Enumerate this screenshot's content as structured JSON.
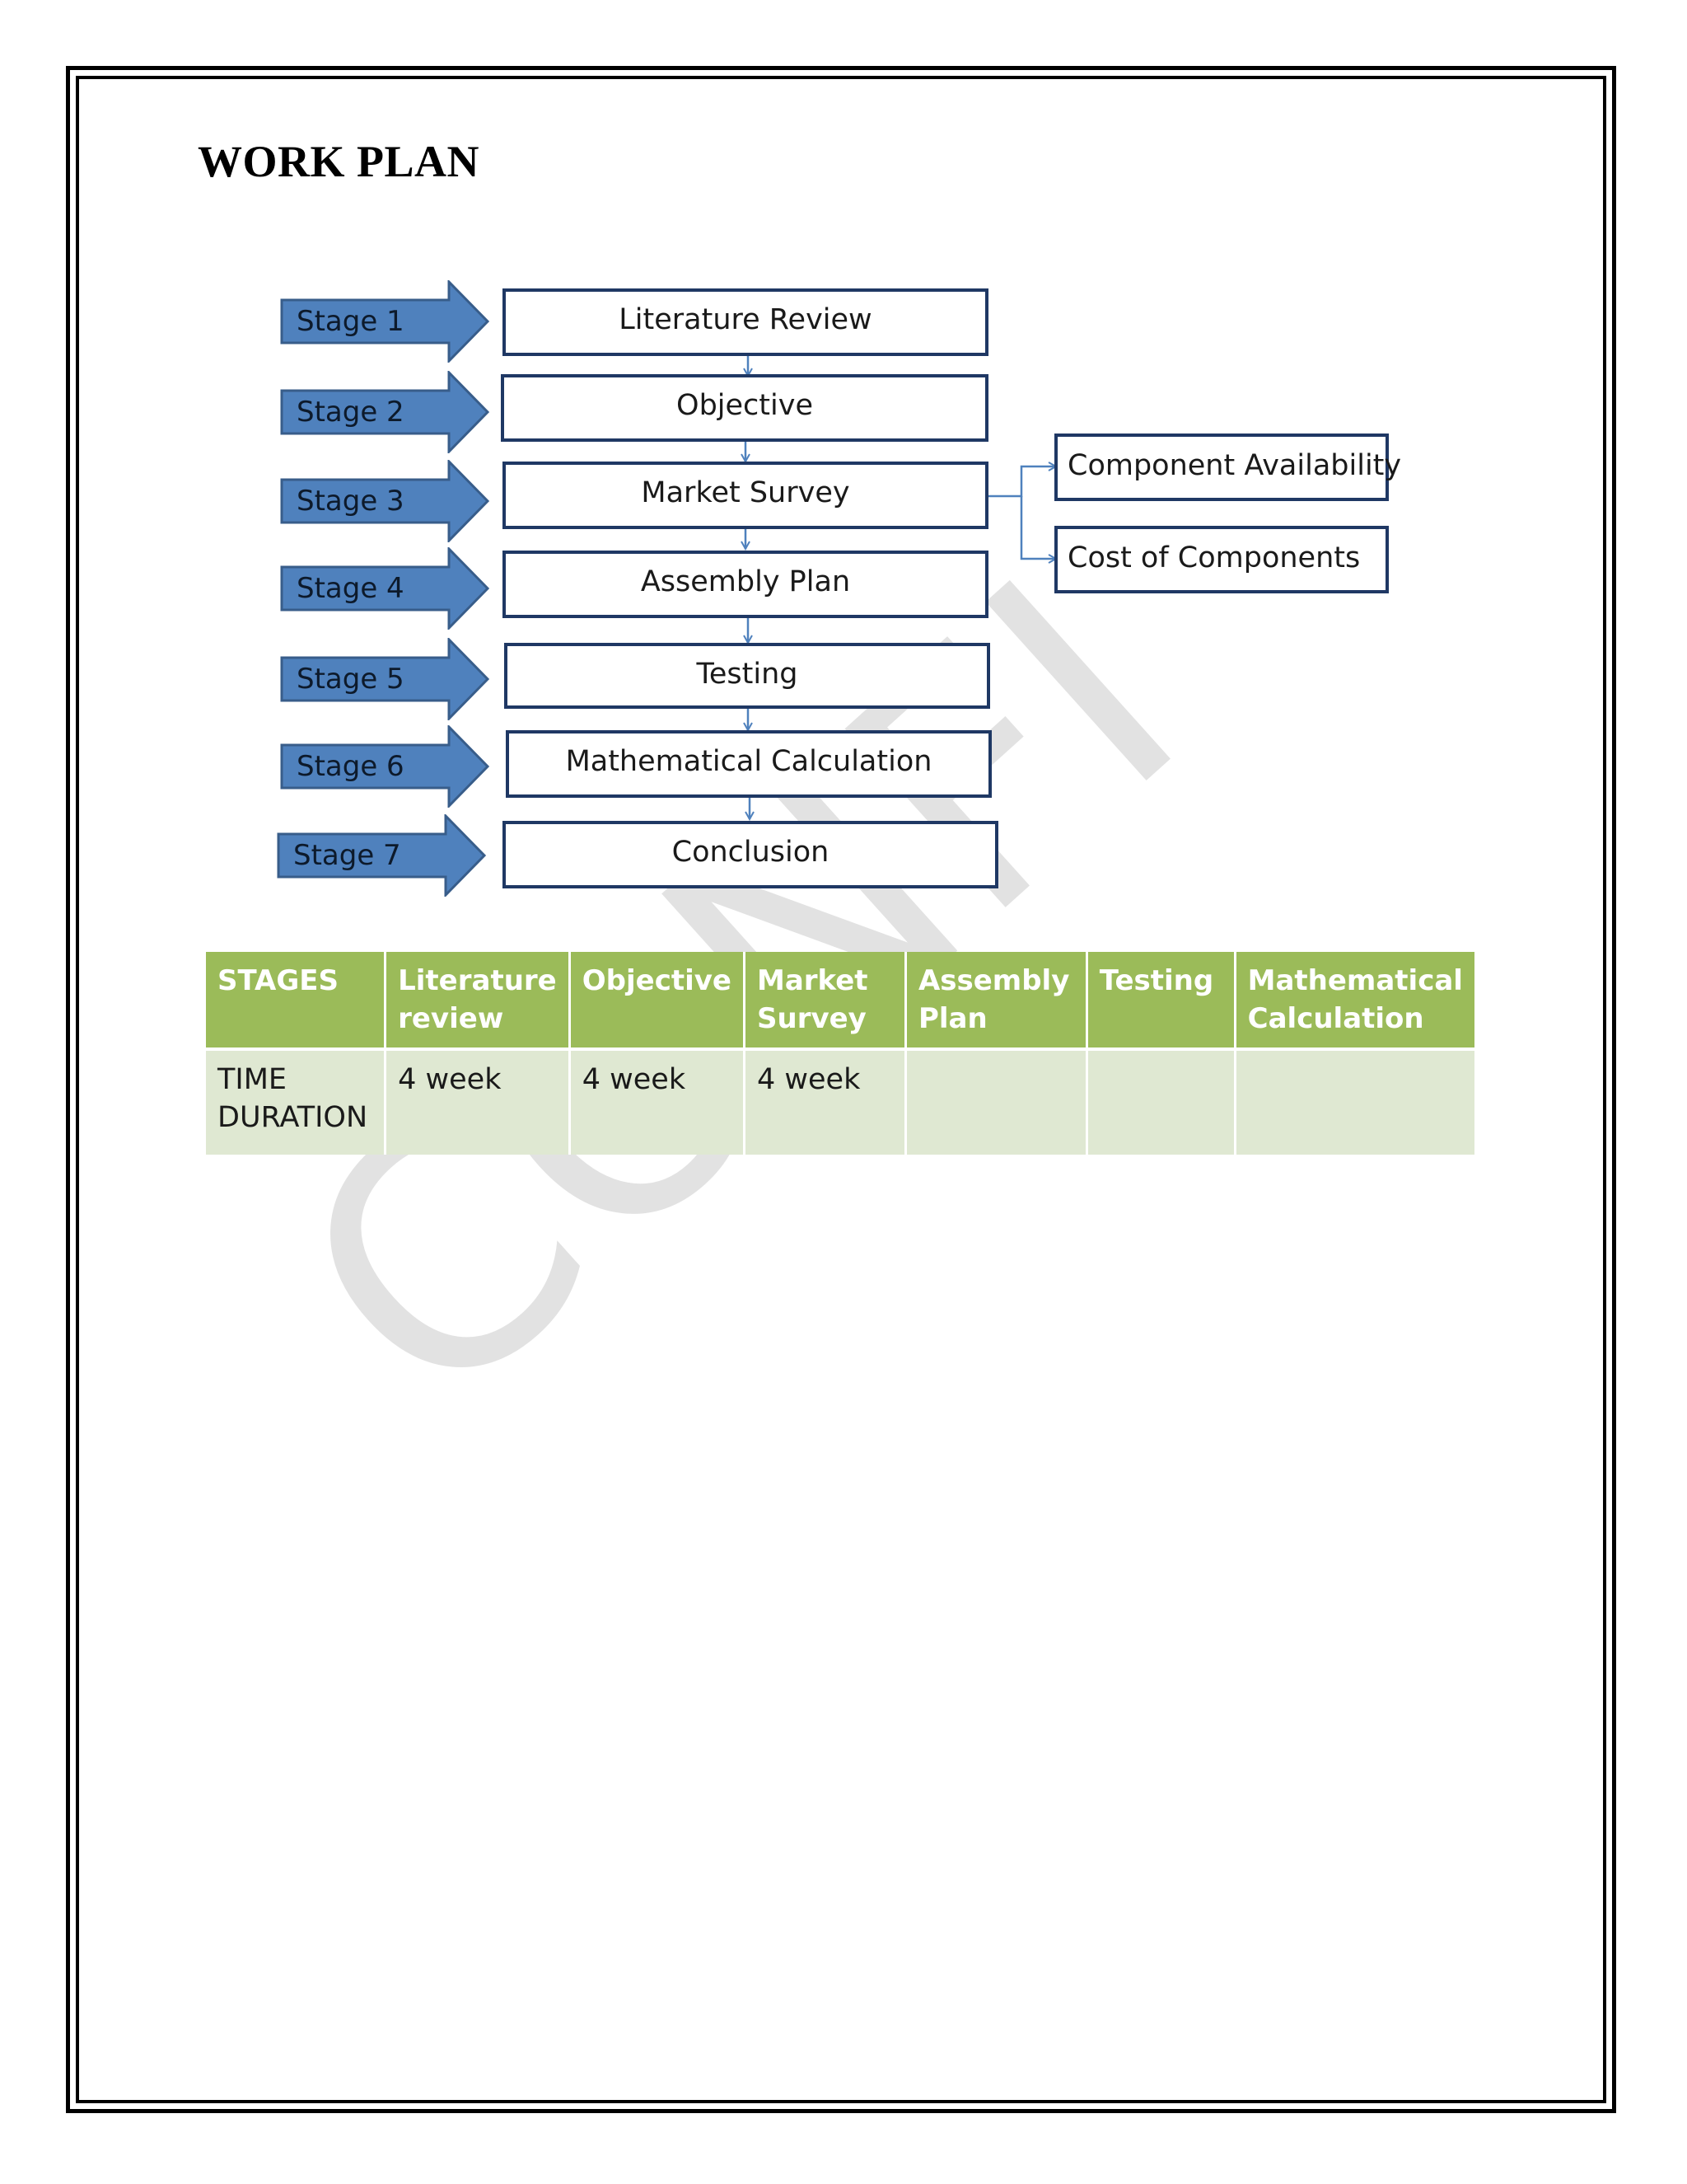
{
  "title": "WORK PLAN",
  "stages": [
    {
      "label": "Stage 1",
      "box": "Literature Review"
    },
    {
      "label": "Stage 2",
      "box": "Objective"
    },
    {
      "label": "Stage 3",
      "box": "Market Survey"
    },
    {
      "label": "Stage 4",
      "box": "Assembly Plan"
    },
    {
      "label": "Stage 5",
      "box": "Testing"
    },
    {
      "label": "Stage 6",
      "box": "Mathematical  Calculation"
    },
    {
      "label": "Stage 7",
      "box": "Conclusion"
    }
  ],
  "market_survey_branches": [
    "Component Availability",
    "Cost of Components"
  ],
  "table": {
    "headers": [
      "STAGES",
      "Literature review",
      "Objective",
      "Market Survey",
      "Assembly Plan",
      "Testing",
      "Mathematical Calculation"
    ],
    "row": [
      "TIME DURATION",
      "4 week",
      "4 week",
      "4 week",
      "",
      "",
      ""
    ]
  },
  "watermark": "CONFI",
  "colors": {
    "arrow_fill": "#4f81bd",
    "arrow_stroke": "#385d8a",
    "box_border": "#1f3864",
    "table_header": "#9bbb59",
    "table_row": "#dfe8d2"
  }
}
